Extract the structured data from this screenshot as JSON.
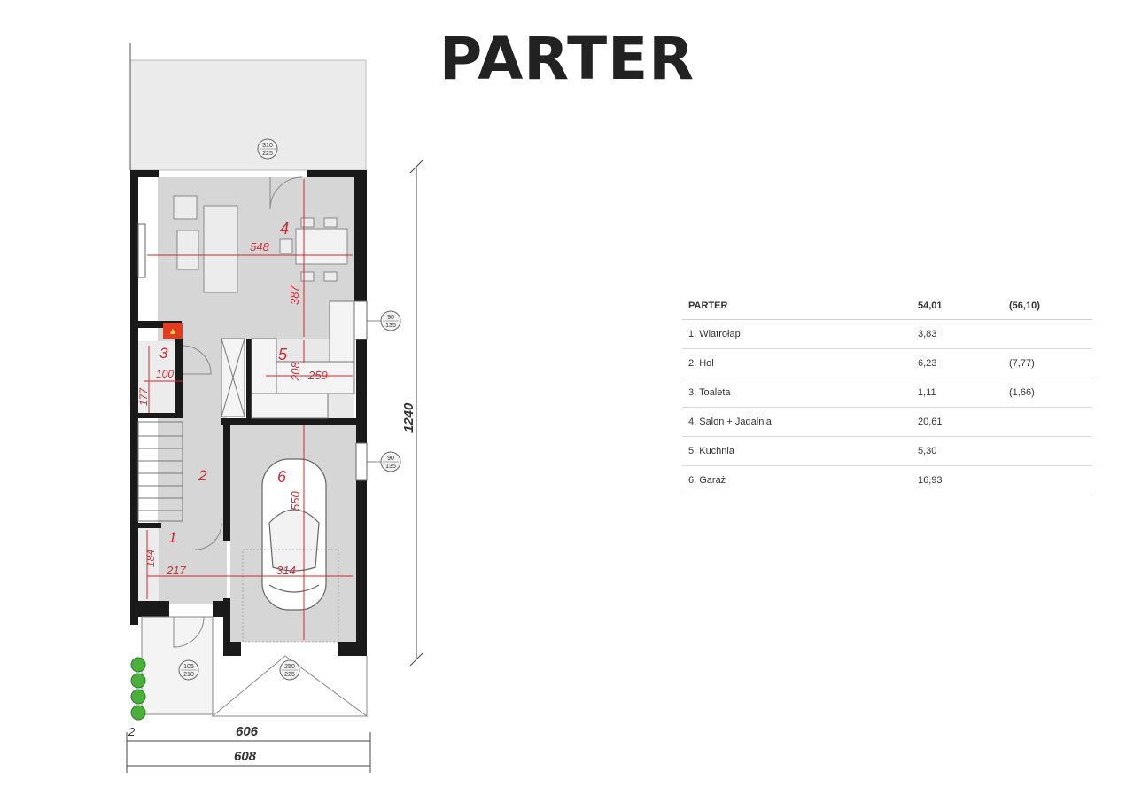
{
  "title": "PARTER",
  "table": {
    "header": {
      "name": "PARTER",
      "area": "54,01",
      "total": "(56,10)"
    },
    "rows": [
      {
        "name": "1. Wiatrołap",
        "area": "3,83",
        "total": ""
      },
      {
        "name": "2. Hol",
        "area": "6,23",
        "total": "(7,77)"
      },
      {
        "name": "3. Toaleta",
        "area": "1,11",
        "total": "(1,66)"
      },
      {
        "name": "4. Salon + Jadalnia",
        "area": "20,61",
        "total": ""
      },
      {
        "name": "5. Kuchnia",
        "area": "5,30",
        "total": ""
      },
      {
        "name": "6. Garaż",
        "area": "16,93",
        "total": ""
      }
    ]
  },
  "plan": {
    "rooms": [
      "1",
      "2",
      "3",
      "4",
      "5",
      "6"
    ],
    "room_dims": {
      "salon_width": "548",
      "salon_depth": "387",
      "kitchen_depth": "208",
      "kitchen_width": "259",
      "toilet_width": "100",
      "toilet_depth": "177",
      "garage_depth": "550",
      "garage_width": "314",
      "vestibule_depth": "184",
      "vestibule_width": "217"
    },
    "outer_dims": {
      "height": "1240",
      "width_inner": "606",
      "width_outer": "608",
      "small": "2"
    },
    "openings": [
      {
        "w": "310",
        "h": "225"
      },
      {
        "w": "90",
        "h": "135"
      },
      {
        "w": "90",
        "h": "135"
      },
      {
        "w": "105",
        "h": "210"
      },
      {
        "w": "250",
        "h": "225"
      }
    ]
  },
  "colors": {
    "wall": "#1a1a1a",
    "floor": "#d6d6d6",
    "room_number": "#d0282e",
    "dimension_red": "#c8323a",
    "plant": "#4caf3a"
  }
}
